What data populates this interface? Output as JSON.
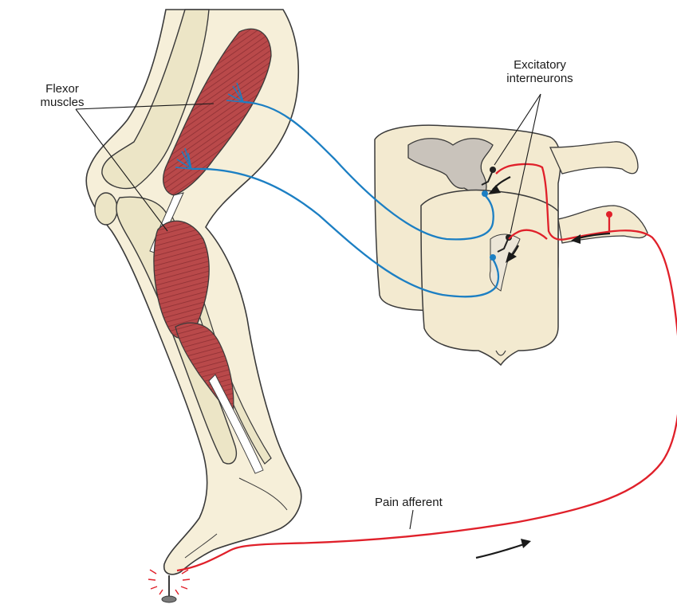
{
  "labels": {
    "flexor_muscles_line1": "Flexor",
    "flexor_muscles_line2": "muscles",
    "excitatory_interneurons_line1": "Excitatory",
    "excitatory_interneurons_line2": "interneurons",
    "pain_afferent": "Pain afferent"
  },
  "colors": {
    "skin": "#f6efd9",
    "bone": "#ece5c6",
    "muscle": "#b9494a",
    "muscle_dark": "#8e2f33",
    "tendon": "#ffffff",
    "gray_matter": "#c9c3bb",
    "spinal_cord": "#f3ead0",
    "motor_neuron": "#1c7fc3",
    "pain_afferent": "#e0202a",
    "interneuron": "#222222",
    "outline": "#3a3a3a"
  }
}
